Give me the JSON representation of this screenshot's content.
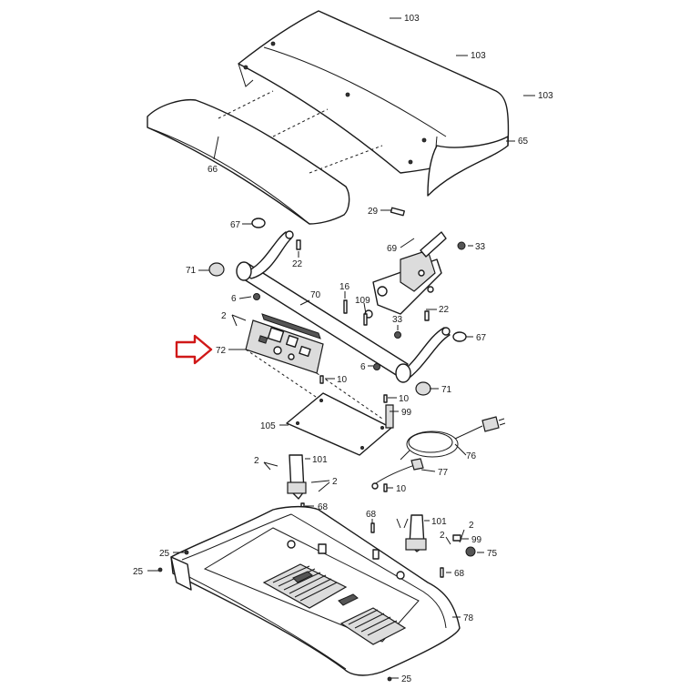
{
  "callouts": {
    "c103a": "103",
    "c103b": "103",
    "c103c": "103",
    "c65": "65",
    "c66": "66",
    "c29": "29",
    "c67a": "67",
    "c67b": "67",
    "c33a": "33",
    "c33b": "33",
    "c69": "69",
    "c71a": "71",
    "c71b": "71",
    "c22a": "22",
    "c22b": "22",
    "c70": "70",
    "c16": "16",
    "c109": "109",
    "c6a": "6",
    "c6b": "6",
    "c2a": "2",
    "c2b": "2",
    "c2c": "2",
    "c2d": "2",
    "c2e": "2",
    "c72": "72",
    "c10a": "10",
    "c10b": "10",
    "c10c": "10",
    "c99a": "99",
    "c99b": "99",
    "c105": "105",
    "c76": "76",
    "c77": "77",
    "c101a": "101",
    "c101b": "101",
    "c68a": "68",
    "c68b": "68",
    "c68c": "68",
    "c75": "75",
    "c25a": "25",
    "c25b": "25",
    "c25c": "25",
    "c78": "78"
  },
  "colors": {
    "highlight_arrow": "#d01818",
    "line": "#1a1a1a",
    "background": "#ffffff"
  }
}
